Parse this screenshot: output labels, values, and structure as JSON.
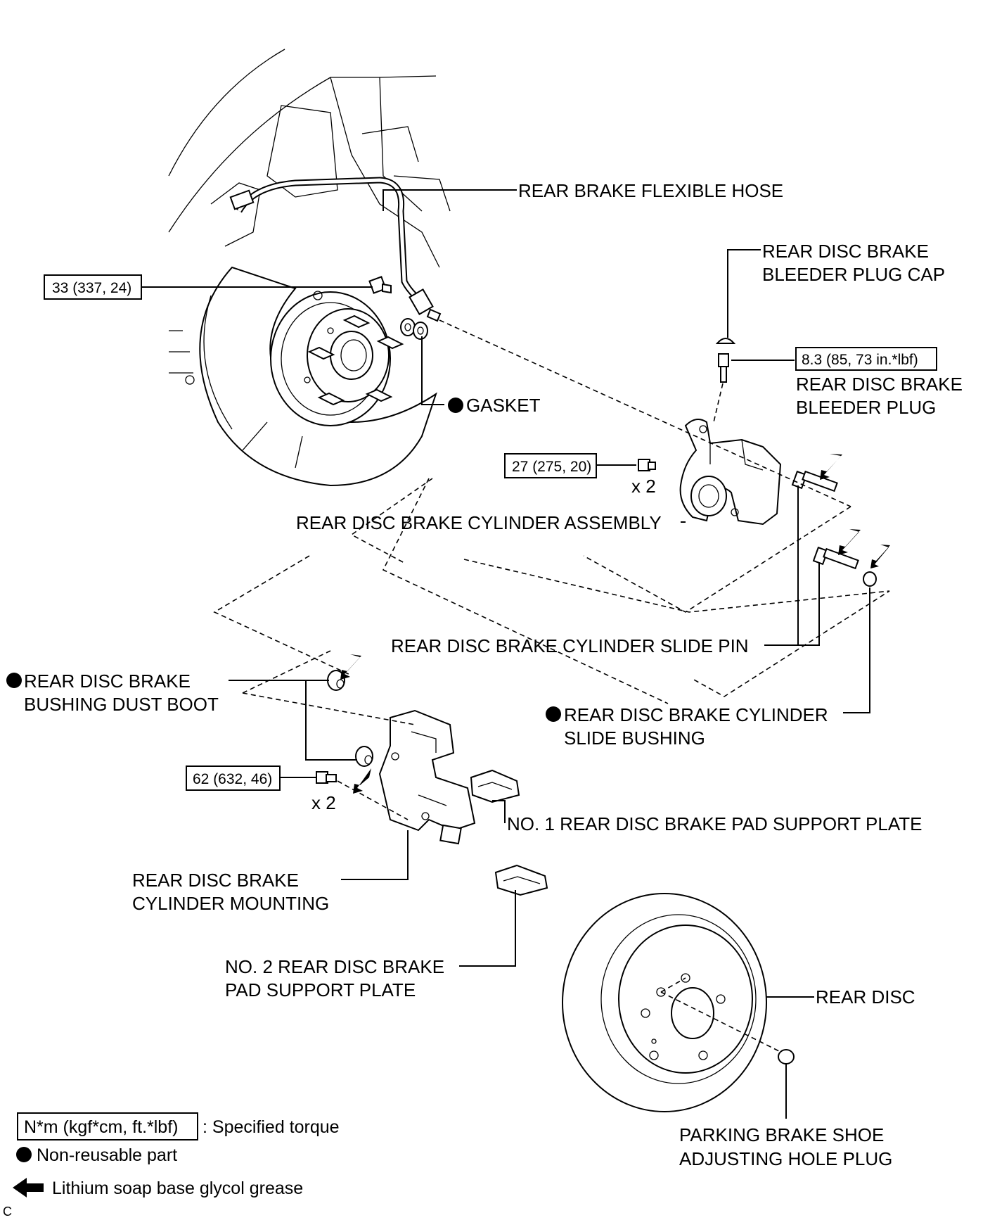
{
  "labels": {
    "rear_brake_flexible_hose": "REAR BRAKE FLEXIBLE HOSE",
    "bleeder_plug_cap_1": "REAR DISC BRAKE",
    "bleeder_plug_cap_2": "BLEEDER PLUG CAP",
    "bleeder_plug_1": "REAR DISC BRAKE",
    "bleeder_plug_2": "BLEEDER PLUG",
    "gasket": "GASKET",
    "cylinder_assembly": "REAR DISC BRAKE CYLINDER ASSEMBLY",
    "slide_pin": "REAR DISC BRAKE CYLINDER SLIDE PIN",
    "dust_boot_1": "REAR DISC BRAKE",
    "dust_boot_2": "BUSHING DUST BOOT",
    "slide_bushing_1": "REAR DISC BRAKE CYLINDER",
    "slide_bushing_2": "SLIDE BUSHING",
    "pad_support_plate_1": "NO. 1 REAR DISC BRAKE PAD SUPPORT PLATE",
    "cylinder_mounting_1": "REAR DISC BRAKE",
    "cylinder_mounting_2": "CYLINDER MOUNTING",
    "pad_support_plate_2_line1": "NO. 2 REAR DISC BRAKE",
    "pad_support_plate_2_line2": "PAD SUPPORT PLATE",
    "rear_disc": "REAR DISC",
    "hole_plug_1": "PARKING BRAKE SHOE",
    "hole_plug_2": "ADJUSTING HOLE PLUG"
  },
  "torques": {
    "hub_bolt": "33 (337, 24)",
    "bleeder_plug": "8.3 (85, 73 in.*lbf)",
    "cylinder_bolt": "27 (275, 20)",
    "mounting_bolt": "62 (632, 46)"
  },
  "quantities": {
    "cylinder_bolt_qty": "x 2",
    "mounting_bolt_qty": "x 2"
  },
  "legend": {
    "torque_box": "N*m (kgf*cm, ft.*lbf)",
    "torque_desc": ": Specified torque",
    "non_reusable": "Non-reusable part",
    "grease": "Lithium soap base glycol grease"
  },
  "footer_code": "C",
  "symbols": {
    "non_reusable_marker": "filled-circle-icon",
    "grease_marker": "arrow-left-icon"
  }
}
